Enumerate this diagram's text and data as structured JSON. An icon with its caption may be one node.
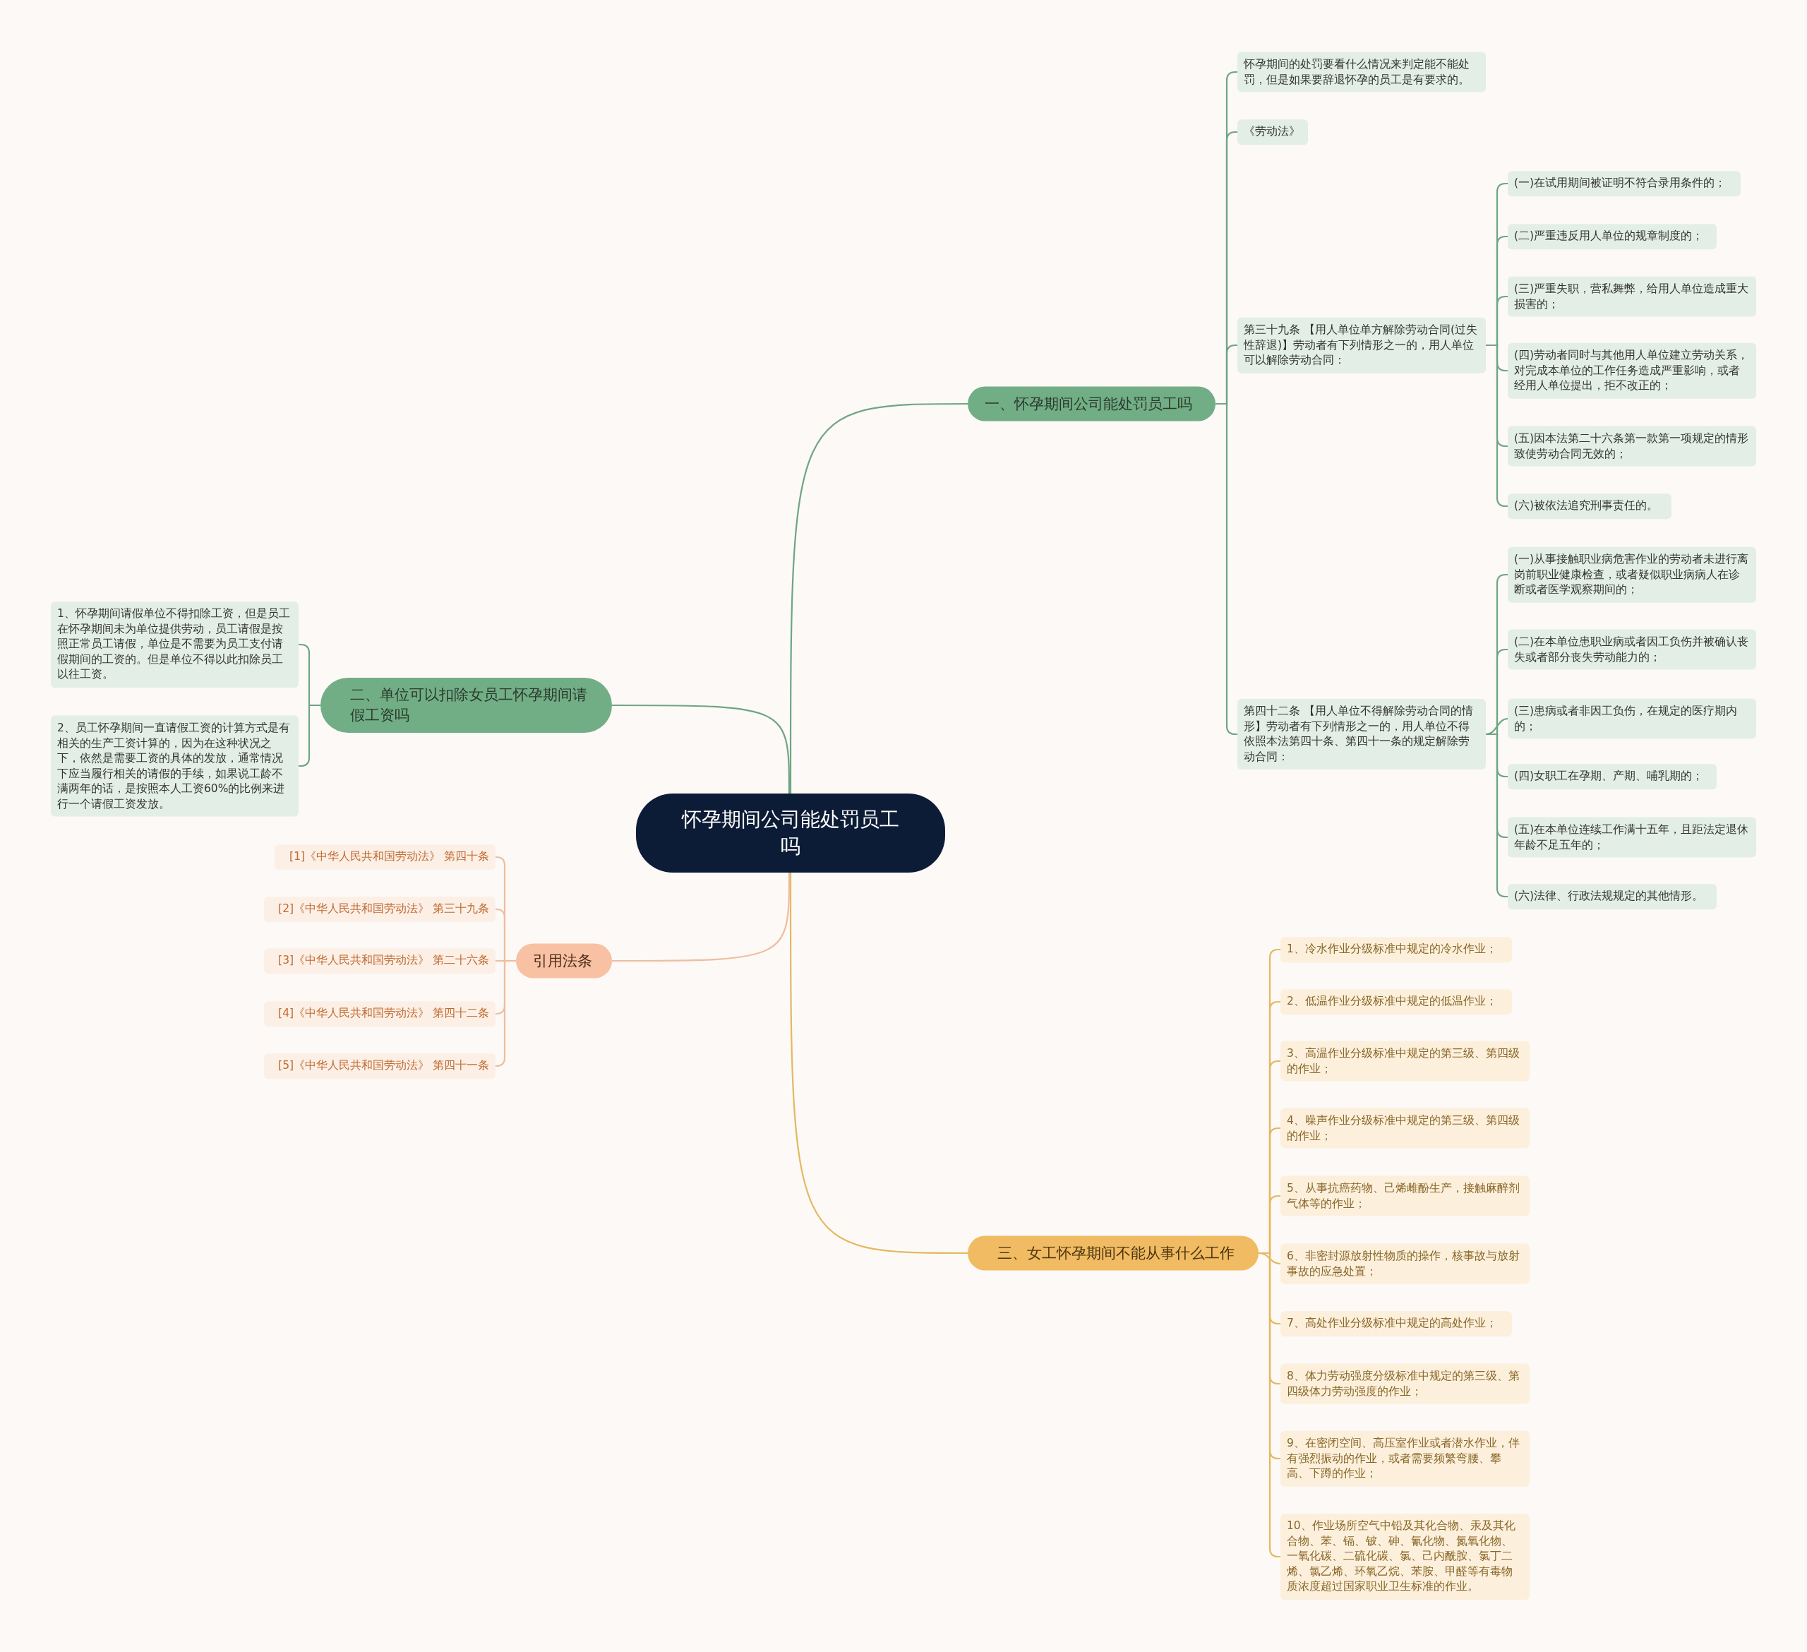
{
  "diagram": {
    "nodes": [
      {
        "text": [
          "怀孕期间公司能处罚员工吗"
        ]
      },
      {
        "text": [
          "一、怀孕期间公司能处罚员工吗"
        ]
      },
      {
        "text": [
          "怀孕期间的处罚要看什么情况来判定能不能处罚，但是如果要辞退怀孕的员工是有要求的。"
        ]
      },
      {
        "text": [
          "《劳动法》"
        ]
      },
      {
        "text": [
          "第三十九条 【用人单位单方解除劳动合同(过失性辞退)】劳动者有下列情形之一的，用人单位可以解除劳动合同："
        ]
      },
      {
        "text": [
          "(一)在试用期间被证明不符合录用条件的；"
        ]
      },
      {
        "text": [
          "(二)严重违反用人单位的规章制度的；"
        ]
      },
      {
        "text": [
          "(三)严重失职，营私舞弊，给用人单位造成重大损害的；"
        ]
      },
      {
        "text": [
          "(四)劳动者同时与其他用人单位建立劳动关系，对完成本单位的工作任务造成严重影响，或者经用人单位提出，拒不改正的；"
        ]
      },
      {
        "text": [
          "(五)因本法第二十六条第一款第一项规定的情形致使劳动合同无效的；"
        ]
      },
      {
        "text": [
          "(六)被依法追究刑事责任的。"
        ]
      },
      {
        "text": [
          "第四十二条 【用人单位不得解除劳动合同的情形】劳动者有下列情形之一的，用人单位不得依照本法第四十条、第四十一条的规定解除劳动合同："
        ]
      },
      {
        "text": [
          "(一)从事接触职业病危害作业的劳动者未进行离岗前职业健康检查，或者疑似职业病病人在诊断或者医学观察期间的；"
        ]
      },
      {
        "text": [
          "(二)在本单位患职业病或者因工负伤并被确认丧失或者部分丧失劳动能力的；"
        ]
      },
      {
        "text": [
          "(三)患病或者非因工负伤，在规定的医疗期内的；"
        ]
      },
      {
        "text": [
          "(四)女职工在孕期、产期、哺乳期的；"
        ]
      },
      {
        "text": [
          "(五)在本单位连续工作满十五年，且距法定退休年龄不足五年的；"
        ]
      },
      {
        "text": [
          "(六)法律、行政法规规定的其他情形。"
        ]
      },
      {
        "text": [
          "二、单位可以扣除女员工怀孕期间请假工资吗"
        ]
      },
      {
        "text": [
          "1、怀孕期间请假单位不得扣除工资，但是员工在怀孕期间未为单位提供劳动，员工请假是按照正常员工请假，单位是不需要为员工支付请假期间的工资的。但是单位不得以此扣除员工以往工资。"
        ]
      },
      {
        "text": [
          "2、员工怀孕期间一直请假工资的计算方式是有相关的生产工资计算的，因为在这种状况之下，依然是需要工资的具体的发放，通常情况下应当履行相关的请假的手续，如果说工龄不满两年的话，是按照本人工资60%的比例来进行一个请假工资发放。"
        ]
      },
      {
        "text": [
          "引用法条"
        ]
      },
      {
        "text": [
          "[1]《中华人民共和国劳动法》 第四十条"
        ]
      },
      {
        "text": [
          "[2]《中华人民共和国劳动法》 第三十九条"
        ]
      },
      {
        "text": [
          "[3]《中华人民共和国劳动法》 第二十六条"
        ]
      },
      {
        "text": [
          "[4]《中华人民共和国劳动法》 第四十二条"
        ]
      },
      {
        "text": [
          "[5]《中华人民共和国劳动法》 第四十一条"
        ]
      },
      {
        "text": [
          "三、女工怀孕期间不能从事什么工作"
        ]
      },
      {
        "text": [
          "1、冷水作业分级标准中规定的冷水作业；"
        ]
      },
      {
        "text": [
          "2、低温作业分级标准中规定的低温作业；"
        ]
      },
      {
        "text": [
          "3、高温作业分级标准中规定的第三级、第四级的作业；"
        ]
      },
      {
        "text": [
          "4、噪声作业分级标准中规定的第三级、第四级的作业；"
        ]
      },
      {
        "text": [
          "5、从事抗癌药物、己烯雌酚生产，接触麻醉剂气体等的作业；"
        ]
      },
      {
        "text": [
          "6、非密封源放射性物质的操作，核事故与放射事故的应急处置；"
        ]
      },
      {
        "text": [
          "7、高处作业分级标准中规定的高处作业；"
        ]
      },
      {
        "text": [
          "8、体力劳动强度分级标准中规定的第三级、第四级体力劳动强度的作业；"
        ]
      },
      {
        "text": [
          "9、在密闭空间、高压室作业或者潜水作业，伴有强烈振动的作业，或者需要频繁弯腰、攀高、下蹲的作业；"
        ]
      },
      {
        "text": [
          "10、作业场所空气中铅及其化合物、汞及其化合物、苯、镉、铍、砷、氰化物、氮氧化物、一氧化碳、二硫化碳、氯、己内酰胺、氯丁二烯、氯乙烯、环氧乙烷、苯胺、甲醛等有毒物质浓度超过国家职业卫生标准的作业。"
        ]
      }
    ],
    "edges": [
      {
        "from": 0,
        "to": 1,
        "arrow": "none"
      },
      {
        "from": 1,
        "to": 2,
        "arrow": "none"
      },
      {
        "from": 1,
        "to": 3,
        "arrow": "none"
      },
      {
        "from": 1,
        "to": 4,
        "arrow": "none"
      },
      {
        "from": 4,
        "to": 5,
        "arrow": "none"
      },
      {
        "from": 4,
        "to": 6,
        "arrow": "none"
      },
      {
        "from": 4,
        "to": 7,
        "arrow": "none"
      },
      {
        "from": 4,
        "to": 8,
        "arrow": "none"
      },
      {
        "from": 4,
        "to": 9,
        "arrow": "none"
      },
      {
        "from": 4,
        "to": 10,
        "arrow": "none"
      },
      {
        "from": 1,
        "to": 11,
        "arrow": "none"
      },
      {
        "from": 11,
        "to": 12,
        "arrow": "none"
      },
      {
        "from": 11,
        "to": 13,
        "arrow": "none"
      },
      {
        "from": 11,
        "to": 14,
        "arrow": "none"
      },
      {
        "from": 11,
        "to": 15,
        "arrow": "none"
      },
      {
        "from": 11,
        "to": 16,
        "arrow": "none"
      },
      {
        "from": 11,
        "to": 17,
        "arrow": "none"
      },
      {
        "from": 0,
        "to": 18,
        "arrow": "none"
      },
      {
        "from": 18,
        "to": 19,
        "arrow": "none"
      },
      {
        "from": 18,
        "to": 20,
        "arrow": "none"
      },
      {
        "from": 0,
        "to": 21,
        "arrow": "none",
        "color": "#efbd9f"
      },
      {
        "from": 21,
        "to": 22,
        "arrow": "none",
        "color": "#efbd9f"
      },
      {
        "from": 21,
        "to": 23,
        "arrow": "none",
        "color": "#efbd9f"
      },
      {
        "from": 21,
        "to": 24,
        "arrow": "none",
        "color": "#efbd9f"
      },
      {
        "from": 21,
        "to": 25,
        "arrow": "none",
        "color": "#efbd9f"
      },
      {
        "from": 21,
        "to": 26,
        "arrow": "none",
        "color": "#efbd9f"
      },
      {
        "from": 0,
        "to": 27,
        "arrow": "none",
        "color": "#e5b860"
      },
      {
        "from": 27,
        "to": 28,
        "arrow": "none",
        "color": "#e5b860"
      },
      {
        "from": 27,
        "to": 29,
        "arrow": "none",
        "color": "#e5b860"
      },
      {
        "from": 27,
        "to": 30,
        "arrow": "none",
        "color": "#e5b860"
      },
      {
        "from": 27,
        "to": 31,
        "arrow": "none",
        "color": "#e5b860"
      },
      {
        "from": 27,
        "to": 32,
        "arrow": "none",
        "color": "#e5b860"
      },
      {
        "from": 27,
        "to": 33,
        "arrow": "none",
        "color": "#e5b860"
      },
      {
        "from": 27,
        "to": 34,
        "arrow": "none",
        "color": "#e5b860"
      },
      {
        "from": 27,
        "to": 35,
        "arrow": "none",
        "color": "#e5b860"
      },
      {
        "from": 27,
        "to": 36,
        "arrow": "none",
        "color": "#e5b860"
      },
      {
        "from": 27,
        "to": 37,
        "arrow": "none",
        "color": "#e5b860"
      }
    ]
  }
}
